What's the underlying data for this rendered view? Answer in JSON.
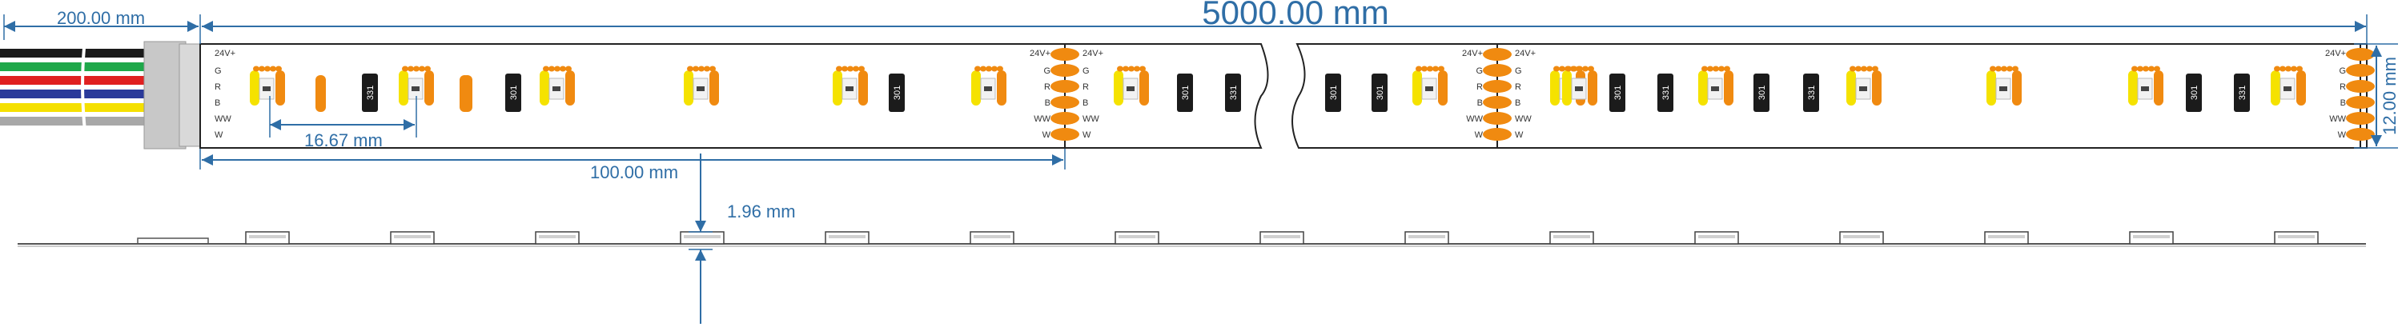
{
  "dimensions": {
    "cable_length": "200.00 mm",
    "total_length": "5000.00 mm",
    "led_pitch": "16.67 mm",
    "cut_unit": "100.00 mm",
    "thickness": "1.96 mm",
    "width": "12.00 mm"
  },
  "pad_labels": {
    "voltage": "24V",
    "left_pins": [
      "G",
      "R",
      "B",
      "WW",
      "W"
    ],
    "right_pins": [
      "G",
      "R",
      "B",
      "WW",
      "W"
    ]
  },
  "resistor_codes": [
    "301",
    "331"
  ],
  "wire_colors": [
    "#1a1a1a",
    "#1fa84a",
    "#e02020",
    "#2a3a9a",
    "#f5e000",
    "#a8a8a8"
  ],
  "colors": {
    "dimension": "#2f6ea6",
    "solder_pad": "#f08a10",
    "led_yellow": "#f5e200",
    "strip_outline": "#222222"
  }
}
